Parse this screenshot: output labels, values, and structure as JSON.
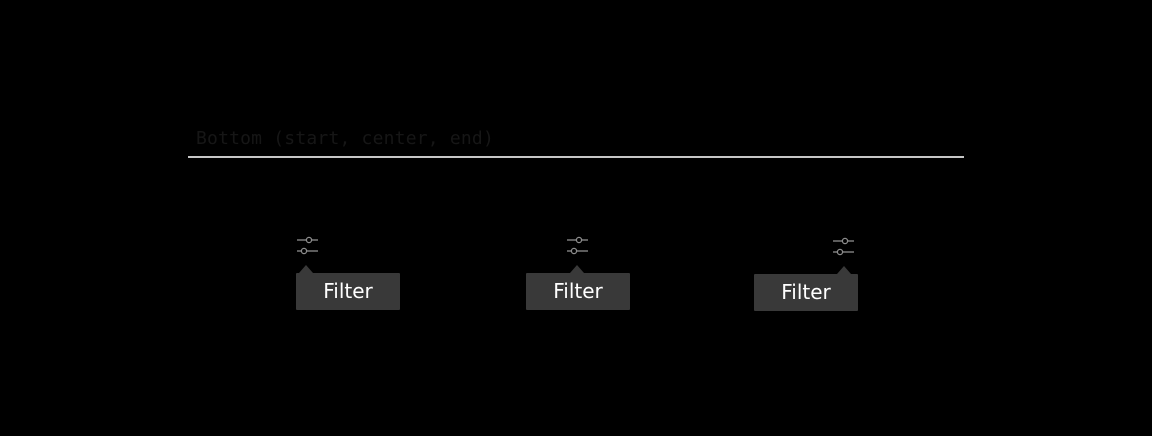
{
  "section": {
    "title": "Bottom (start, center, end)"
  },
  "demos": [
    {
      "alignment": "start",
      "icon": "filter-icon",
      "tooltip": "Filter"
    },
    {
      "alignment": "center",
      "icon": "filter-icon",
      "tooltip": "Filter"
    },
    {
      "alignment": "end",
      "icon": "filter-icon",
      "tooltip": "Filter"
    }
  ],
  "colors": {
    "background": "#000000",
    "divider": "#c6c6c6",
    "tooltip_bg": "#393939",
    "tooltip_text": "#ffffff",
    "icon": "#8d8d8d"
  }
}
